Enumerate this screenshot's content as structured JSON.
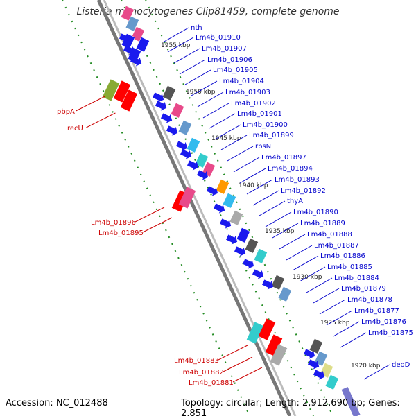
{
  "title": "Listeria monocytogenes Clip81459, complete genome",
  "footer": {
    "accession": "Accession: NC_012488",
    "topology": "Topology: circular; Length: 2,912,690 bp; Genes: 2,851"
  },
  "colors": {
    "forward_label": "#0000cc",
    "reverse_label": "#cc0000",
    "axis": "#888888",
    "tick": "#228b22"
  },
  "ruler_ticks": [
    "1955 kbp",
    "1950 kbp",
    "1945 kbp",
    "1940 kbp",
    "1935 kbp",
    "1930 kbp",
    "1925 kbp",
    "1920 kbp"
  ],
  "forward_genes": [
    "nth",
    "Lm4b_01910",
    "Lm4b_01907",
    "Lm4b_01906",
    "Lm4b_01905",
    "Lm4b_01904",
    "Lm4b_01903",
    "Lm4b_01902",
    "Lm4b_01901",
    "Lm4b_01900",
    "Lm4b_01899",
    "rpsN",
    "Lm4b_01897",
    "Lm4b_01894",
    "Lm4b_01893",
    "Lm4b_01892",
    "thyA",
    "Lm4b_01890",
    "Lm4b_01889",
    "Lm4b_01888",
    "Lm4b_01887",
    "Lm4b_01886",
    "Lm4b_01885",
    "Lm4b_01884",
    "Lm4b_01879",
    "Lm4b_01878",
    "Lm4b_01877",
    "Lm4b_01876",
    "Lm4b_01875",
    "deoD"
  ],
  "reverse_genes": [
    "pbpA",
    "recU",
    "Lm4b_01896",
    "Lm4b_01895",
    "Lm4b_01883",
    "Lm4b_01882",
    "Lm4b_01881"
  ]
}
